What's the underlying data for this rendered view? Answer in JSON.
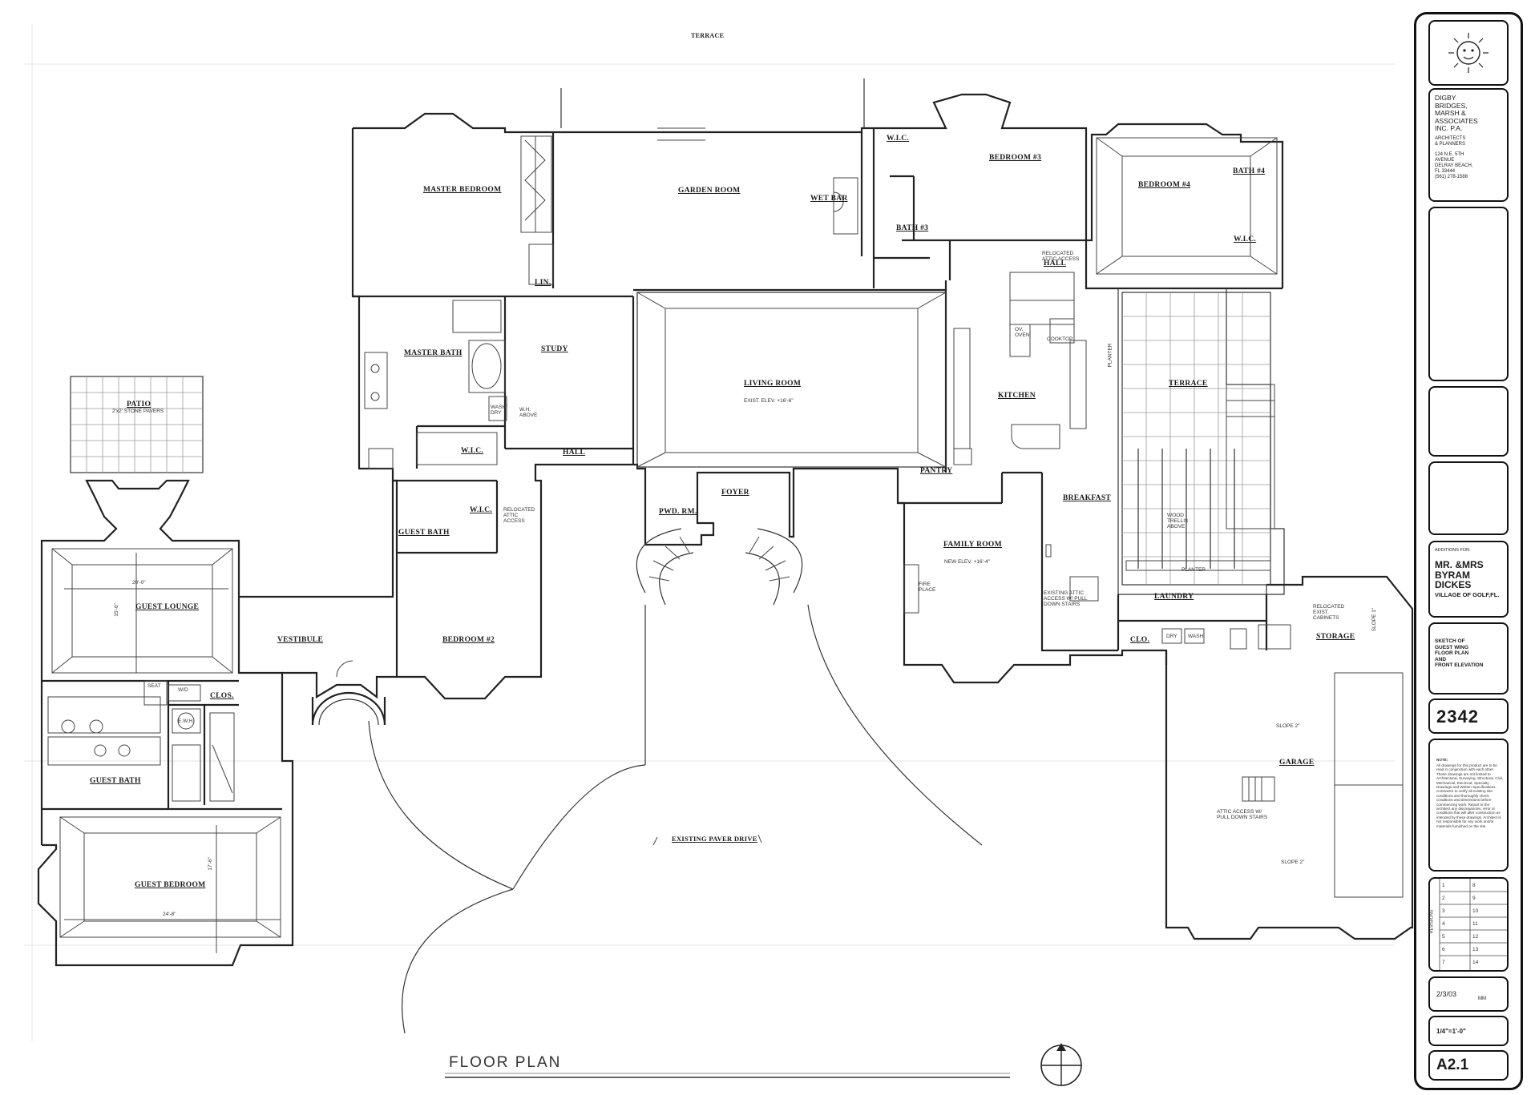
{
  "sheet": {
    "title": "FLOOR PLAN"
  },
  "rooms": {
    "terrace_top": "TERRACE",
    "master_bedroom": "MASTER BEDROOM",
    "garden_room": "GARDEN ROOM",
    "wet_bar": "WET BAR",
    "wic_top": "W.I.C.",
    "bedroom3": "BEDROOM #3",
    "bath3": "BATH #3",
    "bedroom4": "BEDROOM #4",
    "bath4": "BATH #4",
    "wic_bed4": "W.I.C.",
    "hall_top": "HALL",
    "lin": "LIN.",
    "master_bath": "MASTER BATH",
    "study": "STUDY",
    "living_room": "LIVING ROOM",
    "kitchen": "KITCHEN",
    "terrace_right": "TERRACE",
    "patio": "PATIO",
    "wic_master": "W.I.C.",
    "hall_mid": "HALL",
    "pantry": "PANTRY",
    "breakfast": "BREAKFAST",
    "wic_guest": "W.I.C.",
    "guest_bath_upper": "GUEST BATH",
    "pwd_rm": "PWD. RM.",
    "foyer": "FOYER",
    "family_room": "FAMILY ROOM",
    "guest_lounge": "GUEST LOUNGE",
    "vestibule": "VESTIBULE",
    "bedroom2": "BEDROOM #2",
    "laundry": "LAUNDRY",
    "storage": "STORAGE",
    "clo_guest": "CLOS.",
    "clo": "CLO.",
    "guest_bath_lower": "GUEST BATH",
    "garage": "GARAGE",
    "existing_paver_drive": "EXISTING PAVER DRIVE",
    "guest_bedroom": "GUEST BEDROOM"
  },
  "notes": {
    "patio_pavers": "2'x2' STONE PAVERS",
    "living_elev": "EXIST. ELEV. +16'-6\"",
    "family_elev": "NEW ELEV. +16'-4\"",
    "relocated_attic_hall": "RELOCATED ATTIC ACCESS",
    "relocated_attic_wic": "RELOCATED ATTIC ACCESS",
    "attic_family": "EXISTING ATTIC ACCESS W/ PULL DOWN STAIRS",
    "attic_garage": "ATTIC ACCESS W/ PULL DOWN STAIRS",
    "wood_trellis": "WOOD TRELLIS ABOVE",
    "planter_h": "PLANTER",
    "planter_v": "PLANTER",
    "relocated_cabinets": "RELOCATED EXIST. CABINETS",
    "slope_a": "SLOPE 2\"",
    "slope_b": "SLOPE 2\"",
    "slope_side": "SLOPE 1\"",
    "fire_place": "FIRE PLACE",
    "dim_lounge_w": "20'-0\"",
    "dim_lounge_h": "15'-6\"",
    "dim_bed_w": "24'-8\"",
    "dim_bed_h": "17'-6\"",
    "seat": "SEAT",
    "ewh": "E.W.H.",
    "wd": "W/D",
    "dry": "DRY",
    "wash": "WASH",
    "oven": "OV. OVEN",
    "cooktop": "COOKTOP",
    "washdry": "WASH/ DRY",
    "wh_above": "W.H. ABOVE"
  },
  "titleblock": {
    "firm_lines": [
      "DIGBY",
      "BRIDGES,",
      "MARSH &",
      "ASSOCIATES",
      "INC. P.A."
    ],
    "firm_sub": [
      "ARCHITECTS",
      "& PLANNERS"
    ],
    "address": [
      "124 N.E. 5TH",
      "AVENUE",
      "DELRAY BEACH,",
      "FL 33444",
      "(561) 278-1588"
    ],
    "additions_for": "ADDITIONS FOR:",
    "client_lines": [
      "MR. &MRS",
      "BYRAM",
      "DICKES"
    ],
    "location": "VILLAGE OF GOLF,FL.",
    "drawing_desc": [
      "SKETCH OF",
      "GUEST WING",
      "FLOOR PLAN",
      "AND",
      "FRONT ELEVATION"
    ],
    "project_no": "2342",
    "note_label": "NOTE:",
    "note_text": "All drawings for this product are to be read in conjunction with each other. These drawings are not limited to Architectural, Surveying, Structural, Civil, Mechanical, Electrical, Specialty Drawings and Written Specifications. Contractor to verify all existing site conditions and thoroughly check conditions and dimensions before commencing work. Report to the architect any discrepancies, error or conditions that will alter construction as intended by these drawings. Architect is not responsible for any work and/or materials furnished on the site.",
    "revisions_label": "REVISIONS",
    "rev_numbers": [
      "1",
      "2",
      "3",
      "4",
      "5",
      "6",
      "7",
      "8",
      "9",
      "10",
      "11",
      "12",
      "13",
      "14"
    ],
    "date": "2/3/03",
    "drawn": "MM",
    "scale": "1/4\"=1'-0\"",
    "sheet_no": "A2.1"
  }
}
